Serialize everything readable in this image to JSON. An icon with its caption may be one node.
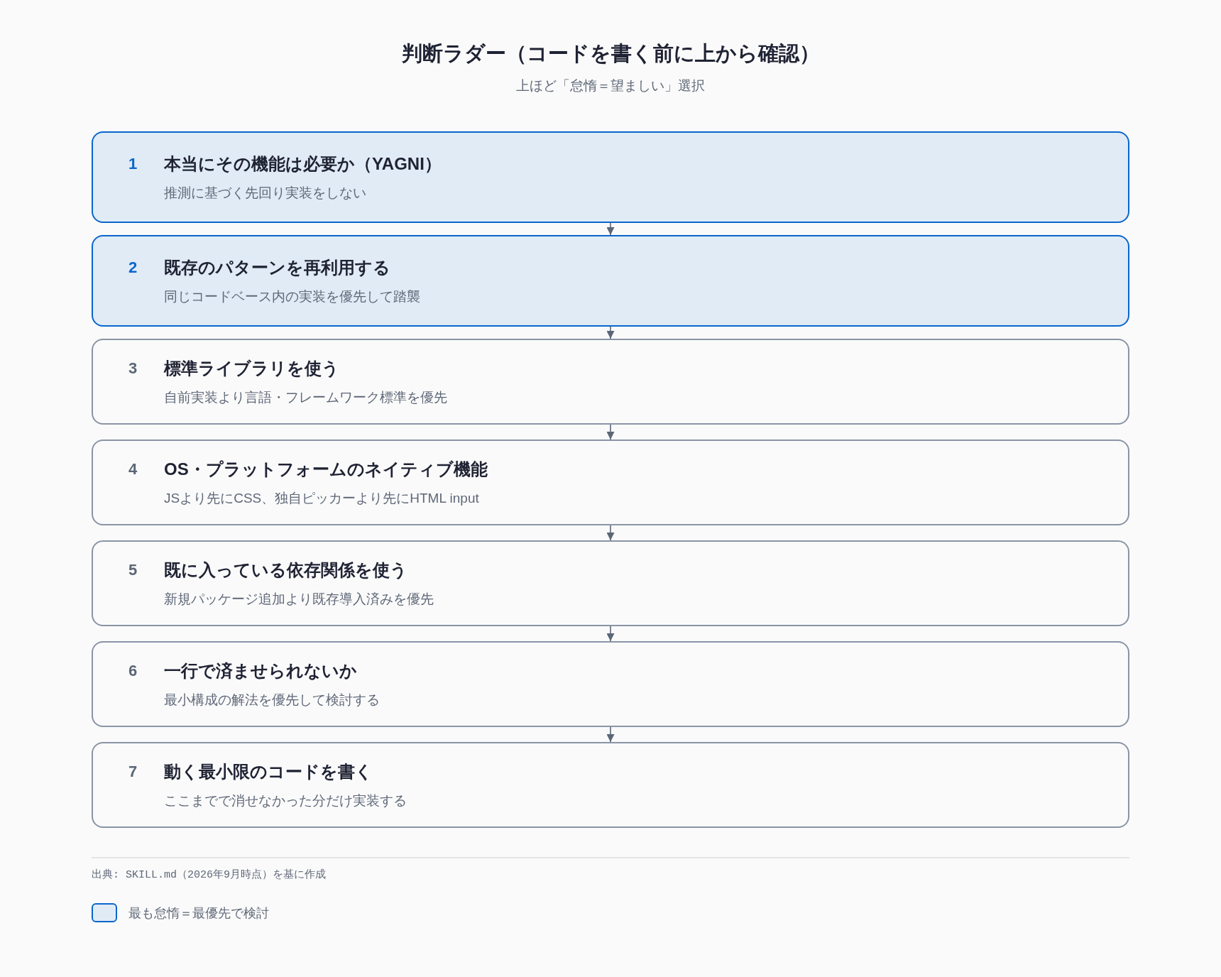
{
  "diagram": {
    "title": "判断ラダー（コードを書く前に上から確認）",
    "nodes": [
      {
        "text": [
          "1",
          "本当にその機能は必要か（YAGNI）",
          "推測に基づく先回り実装をしない"
        ]
      },
      {
        "text": [
          "2",
          "既存のパターンを再利用する",
          "同じコードベース内の実装を優先して踏襲"
        ]
      },
      {
        "text": [
          "3",
          "標準ライブラリを使う",
          "自前実装より言語・フレームワーク標準を優先"
        ]
      },
      {
        "text": [
          "4",
          "OS・プラットフォームのネイティブ機能",
          "JSより先にCSS、独自ピッカーより先にHTML input"
        ]
      },
      {
        "text": [
          "5",
          "既に入っている依存関係を使う",
          "新規パッケージ追加より既存導入済みを優先"
        ]
      },
      {
        "text": [
          "6",
          "一行で済ませられないか",
          "最小構成の解法を優先して検討する"
        ]
      },
      {
        "text": [
          "7",
          "動く最小限のコードを書く",
          "ここまでで消せなかった分だけ実装する"
        ]
      }
    ],
    "edges": [
      {
        "from": 0,
        "to": 1,
        "arrow": "to"
      },
      {
        "from": 1,
        "to": 2,
        "arrow": "to"
      },
      {
        "from": 2,
        "to": 3,
        "arrow": "to"
      },
      {
        "from": 3,
        "to": 4,
        "arrow": "to"
      },
      {
        "from": 4,
        "to": 5,
        "arrow": "to"
      },
      {
        "from": 5,
        "to": 6,
        "arrow": "to"
      }
    ],
    "labels": [
      "上ほど「怠惰＝望ましい」選択",
      "出典: SKILL.md（2026年9月時点）を基に作成"
    ],
    "legend": [
      {
        "text": "最も怠惰＝最優先で検討",
        "color": "#e0ebf6"
      }
    ]
  }
}
